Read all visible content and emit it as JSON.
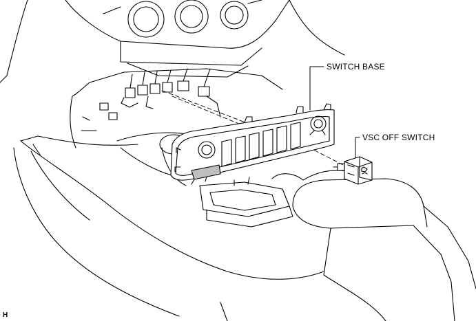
{
  "labels": {
    "switch_base": "SWITCH BASE",
    "vsc_off_switch": "VSC OFF SWITCH",
    "corner_code": "H"
  },
  "colors": {
    "line": "#000000",
    "background": "#ffffff",
    "shade": "#bfbfbf"
  }
}
